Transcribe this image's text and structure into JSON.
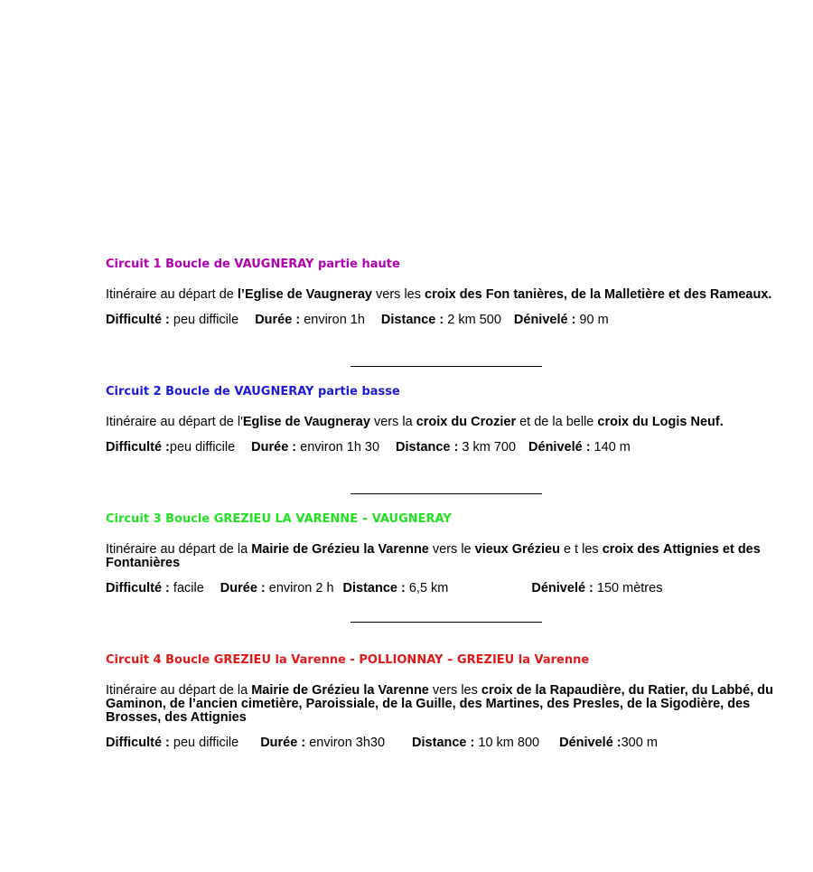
{
  "circuits": [
    {
      "title": "Circuit 1 Boucle de VAUGNERAY partie haute",
      "title_color": "#b000b0",
      "itin_prefix": "Itinéraire au départ de ",
      "itin_b1": "l’Eglise de Vaugneray",
      "itin_mid1": "  vers les ",
      "itin_b2": "croix  des Fon tanières,  de la Malletière et des Rameaux.",
      "itin_mid2": "",
      "itin_b3": "",
      "itin_mid3": "",
      "itin_b4": "",
      "difficulte_label": "Difficulté :",
      "difficulte": " peu difficile",
      "duree_label": "Durée :",
      "duree": " environ 1h",
      "distance_label": "Distance :",
      "distance": " 2 km 500",
      "denivele_label": "Dénivelé :",
      "denivele": " 90 m"
    },
    {
      "title": "Circuit 2 Boucle de VAUGNERAY partie basse",
      "title_color": "#1a1adc",
      "itin_prefix": "Itinéraire au départ de l'",
      "itin_b1": "Eglise de Vaugneray",
      "itin_mid1": "  vers la ",
      "itin_b2": "croix du Crozier",
      "itin_mid2": "  et de la belle ",
      "itin_b3": "croix du Logis Neuf.",
      "itin_mid3": "",
      "itin_b4": "",
      "difficulte_label": "Difficulté :",
      "difficulte": "peu difficile",
      "duree_label": "Durée :",
      "duree": " environ 1h 30",
      "distance_label": "Distance :",
      "distance": " 3 km 700",
      "denivele_label": "Dénivelé :",
      "denivele": " 140 m"
    },
    {
      "title": "Circuit 3 Boucle  GREZIEU LA VARENNE – VAUGNERAY",
      "title_color": "#22e022",
      "itin_prefix": "Itinéraire au départ de la ",
      "itin_b1": "Mairie de Grézieu la Varenne",
      "itin_mid1": "   vers le ",
      "itin_b2": "vieux Grézieu",
      "itin_mid2": "  e  t les ",
      "itin_b3": "croix des Attignies et des Fontanières",
      "itin_mid3": "",
      "itin_b4": "",
      "difficulte_label": "Difficulté :",
      "difficulte": " facile",
      "duree_label": "Durée :",
      "duree": " environ 2 h",
      "distance_label": "Distance :",
      "distance": " 6,5 km",
      "denivele_label": "Dénivelé :",
      "denivele": " 150 mètres"
    },
    {
      "title": "Circuit 4 Boucle GREZIEU la Varenne - POLLIONNAY – GREZIEU la Varenne",
      "title_color": "#e01818",
      "itin_prefix": "Itinéraire au départ de la ",
      "itin_b1": "Mairie de Grézieu la Varenne",
      "itin_mid1": "  vers les ",
      "itin_b2": "croix  de  la Rapaudière,  du Ratier, du Labbé, du Gaminon, de l’ancien cimetière, Paroissiale, de la Guille, des Martines, des Presles, de la Sigodière, des Brosses, des Attignies",
      "itin_mid2": "",
      "itin_b3": "",
      "itin_mid3": "",
      "itin_b4": "",
      "difficulte_label": "Difficulté :",
      "difficulte": " peu difficile",
      "duree_label": "Durée :",
      "duree": " environ 3h30",
      "distance_label": "Distance :",
      "distance": " 10 km 800",
      "denivele_label": "Dénivelé :",
      "denivele": "300 m"
    }
  ]
}
